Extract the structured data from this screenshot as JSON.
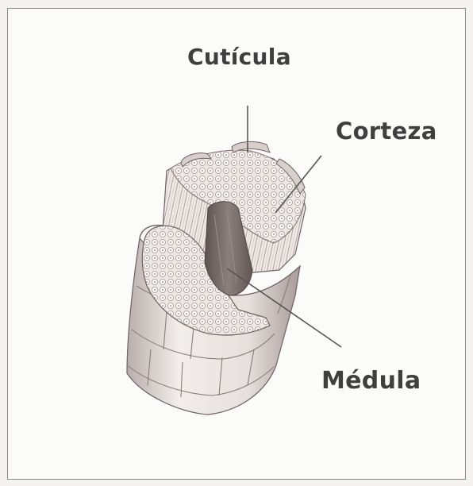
{
  "labels": {
    "cuticle": "Cutícula",
    "cortex": "Corteza",
    "medulla": "Médula"
  },
  "colors": {
    "background": "#fbfbfa",
    "border": "#8a8a8a",
    "label_text": "#3f3f3f",
    "leader_line": "#555555",
    "hair_shading": "#8f7f7d",
    "cortex_fill": "#e9e2df",
    "medulla_fill": "#6e6260"
  }
}
